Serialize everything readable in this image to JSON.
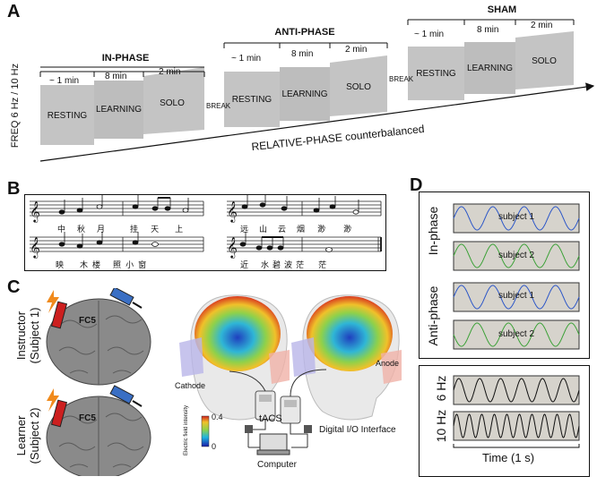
{
  "panel_a": {
    "label": "A",
    "y_axis_label": "FREQ 6 Hz / 10 Hz",
    "bottom_label": "RELATIVE-PHASE counterbalanced",
    "break_label": "BREAK",
    "conditions": [
      {
        "name": "IN-PHASE",
        "phases": [
          {
            "label": "RESTING",
            "duration": "~ 1 min"
          },
          {
            "label": "LEARNING",
            "duration": "8 min"
          },
          {
            "label": "SOLO",
            "duration": "2 min"
          }
        ]
      },
      {
        "name": "ANTI-PHASE",
        "phases": [
          {
            "label": "RESTING",
            "duration": "~ 1 min"
          },
          {
            "label": "LEARNING",
            "duration": "8 min"
          },
          {
            "label": "SOLO",
            "duration": "2 min"
          }
        ]
      },
      {
        "name": "SHAM",
        "phases": [
          {
            "label": "RESTING",
            "duration": "~ 1 min"
          },
          {
            "label": "LEARNING",
            "duration": "8 min"
          },
          {
            "label": "SOLO",
            "duration": "2 min"
          }
        ]
      }
    ]
  },
  "panel_b": {
    "label": "B",
    "lyrics_top_left": [
      "中",
      "秋",
      "月",
      "挂",
      "天",
      "上"
    ],
    "lyrics_top_right": [
      "远",
      "山",
      "云",
      "烟",
      "渺",
      "渺"
    ],
    "lyrics_bottom_left": [
      "映",
      "木",
      "楼",
      "照",
      "小",
      "窗"
    ],
    "lyrics_bottom_right": [
      "近",
      "水",
      "碧",
      "波",
      "茫",
      "茫"
    ]
  },
  "panel_c": {
    "label": "C",
    "subject1_label": "Instructor\n(Subject 1)",
    "subject1_line1": "Instructor",
    "subject1_line2": "(Subject 1)",
    "subject2_line1": "Learner",
    "subject2_line2": "(Subject 2)",
    "electrode_label": "FC5",
    "cathode": "Cathode",
    "anode": "Anode",
    "tacs": "tACS",
    "io": "Digital I/O Interface",
    "computer": "Computer",
    "colorbar_title": "Electric field intensity",
    "colorbar_max": "0.4",
    "colorbar_min": "0",
    "colors": {
      "electrode_red": "#cc1f1f",
      "electrode_blue": "#3a6fc4",
      "bolt": "#f08a1c"
    }
  },
  "panel_d": {
    "label": "D",
    "group1": "In-phase",
    "group2": "Anti-phase",
    "subject1": "subject 1",
    "subject2": "subject 2",
    "hz6": "6 Hz",
    "hz10": "10 Hz",
    "time_label": "Time (1 s)",
    "colors": {
      "subject1": "#2a55c8",
      "subject2": "#3aa136",
      "freq": "#111111",
      "box": "#d6d3cc"
    }
  }
}
